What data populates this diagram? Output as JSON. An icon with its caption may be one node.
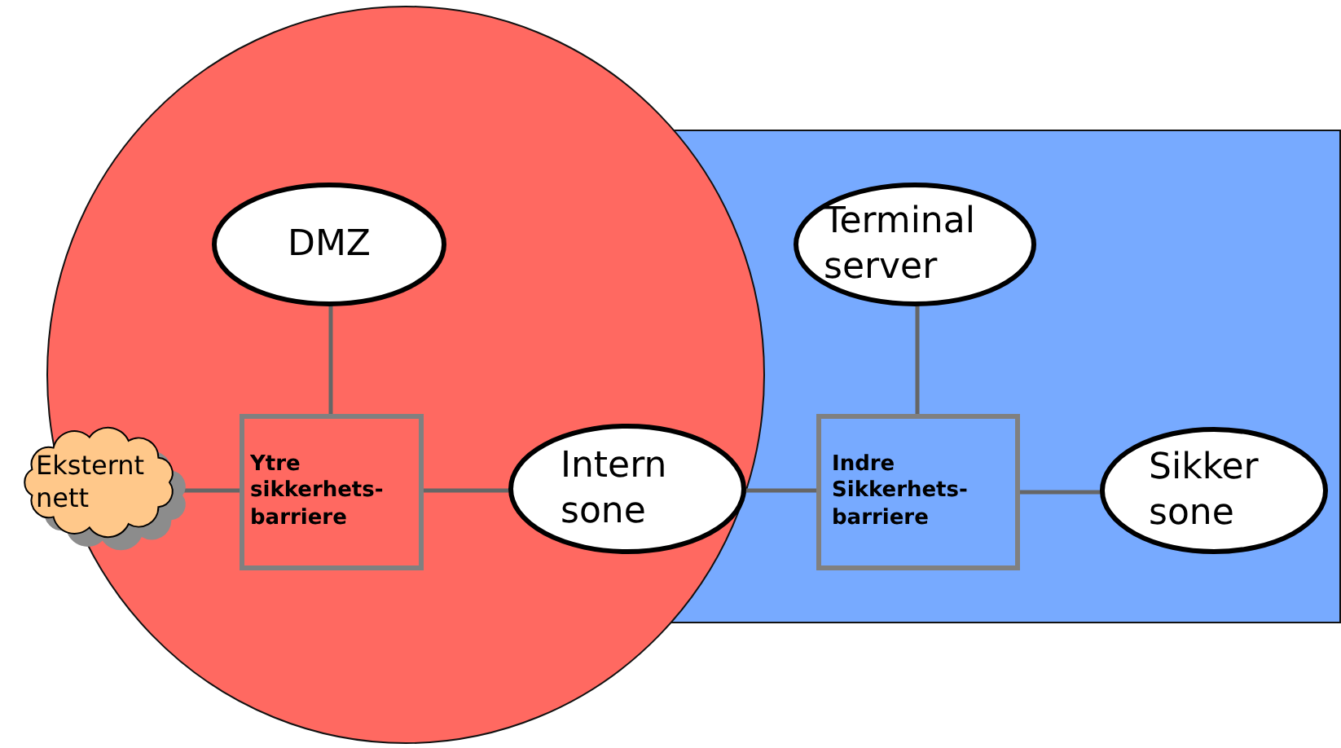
{
  "diagram": {
    "nodes": [
      {
        "text": [
          "DMZ"
        ]
      },
      {
        "text": [
          "Terminal server"
        ]
      },
      {
        "text": [
          "Eksternt nett"
        ]
      },
      {
        "text": [
          "Ytre sikkerhets- barriere"
        ]
      },
      {
        "text": [
          "Intern sone"
        ]
      },
      {
        "text": [
          "Indre Sikkerhets- barriere"
        ]
      },
      {
        "text": [
          "Sikker sone"
        ]
      }
    ],
    "edges": [
      {
        "from": 0,
        "to": 3,
        "arrow": "none"
      },
      {
        "from": 2,
        "to": 3,
        "arrow": "none"
      },
      {
        "from": 3,
        "to": 4,
        "arrow": "none"
      },
      {
        "from": 4,
        "to": 5,
        "arrow": "none"
      },
      {
        "from": 1,
        "to": 5,
        "arrow": "none"
      },
      {
        "from": 5,
        "to": 6,
        "arrow": "none"
      }
    ]
  }
}
